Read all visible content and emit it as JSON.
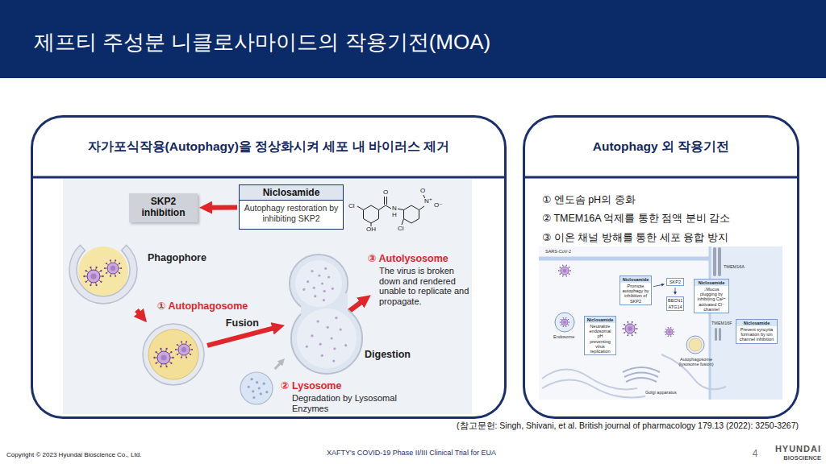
{
  "diagram": {
    "title": "제프티 주성분 니클로사마이드의 작용기전(MOA)",
    "nodes": [
      {
        "text": [
          "자가포식작용(Autophagy)을 정상화시켜 세포 내 바이러스 제거"
        ]
      },
      {
        "text": [
          "Niclosamide",
          "Autophagy restoration by inhibiting SKP2"
        ],
        "in": 0
      },
      {
        "text": [
          "SKP2 inhibition"
        ],
        "in": 0
      },
      {
        "text": [
          "Phagophore"
        ],
        "in": 0
      },
      {
        "text": [
          "① Autophagosome"
        ],
        "in": 0
      },
      {
        "text": [
          "② Lysosome",
          "Degradation by Lysosomal Enzymes"
        ],
        "in": 0
      },
      {
        "text": [
          "③ Autolysosome",
          "The virus is broken down and rendered unable to replicate and propagate.",
          "Digestion"
        ],
        "in": 0
      },
      {
        "text": [
          "Autophagy 외 작용기전",
          "① 엔도솜 pH의 중화",
          "② TMEM16A 억제를 통한 점액 분비 감소",
          "③ 이온 채널 방해를 통한 세포 융합 방지"
        ]
      },
      {
        "text": [
          "Niclosamide",
          "Promote autophagy by inhibition of SKP2"
        ],
        "in": 7
      },
      {
        "text": [
          "SKP2"
        ],
        "in": 7
      },
      {
        "text": [
          "BECN1",
          "ATG14"
        ],
        "in": 7
      },
      {
        "text": [
          "Niclosamide",
          "↓Mucus plugging by inhibiting Ca²⁺ activated Cl⁻ channel"
        ],
        "in": 7
      },
      {
        "text": [
          "Niclosamide",
          "Neutralize endosomal pH preventing virus replication"
        ],
        "in": 7
      },
      {
        "text": [
          "Niclosamide",
          "Prevent syncytia formation by ion channel inhibition"
        ],
        "in": 7
      }
    ],
    "edges": [
      {
        "from": 1,
        "to": 2,
        "arrow": "to"
      },
      {
        "from": 3,
        "to": 4,
        "arrow": "to"
      },
      {
        "from": 4,
        "to": 6,
        "arrow": "to",
        "label": "Fusion"
      },
      {
        "from": 5,
        "to": 6,
        "arrow": "to"
      },
      {
        "from": 8,
        "to": 9,
        "arrow": "to"
      },
      {
        "from": 9,
        "to": 10,
        "arrow": "to"
      }
    ],
    "labels": [
      "Cl",
      "O",
      "N",
      "H",
      "OH",
      "Cl",
      "N⁺",
      "O⁻",
      "O",
      "SARS-CoV-2",
      "TMEM16A",
      "Endosome",
      "TMEM16F",
      "Autophagosome (lysosome fusion)",
      "Golgi apparatus",
      "(참고문헌: Singh, Shivani, et al. British journal of pharmacology 179.13 (2022): 3250-3267)",
      "Copyright © 2023 Hyundai Bioscience Co., Ltd.",
      "XAFTY's COVID-19 Phase II/III Clinical Trial for EUA",
      "4",
      "HYUNDAI",
      "BIOSCIENCE"
    ]
  }
}
